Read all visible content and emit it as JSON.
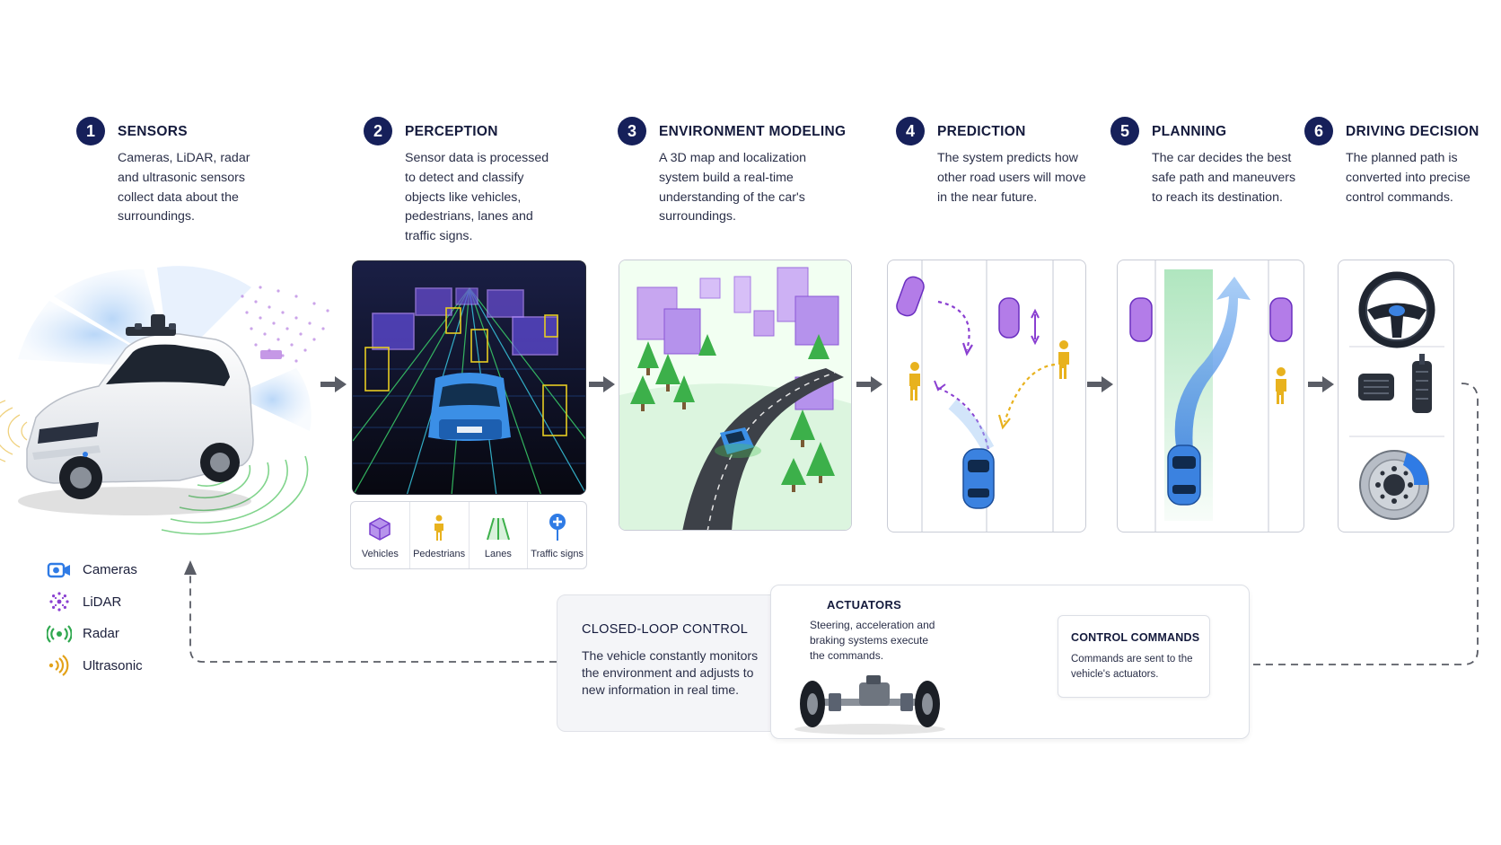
{
  "steps": [
    {
      "num": "1",
      "title": "SENSORS",
      "desc": "Cameras, LiDAR, radar and ultrasonic sensors collect data about the surroundings."
    },
    {
      "num": "2",
      "title": "PERCEPTION",
      "desc": "Sensor data is processed to detect and classify objects like vehicles, pedestrians, lanes and traffic signs."
    },
    {
      "num": "3",
      "title": "ENVIRONMENT MODELING",
      "desc": "A 3D map and localization system build a real-time understanding of the car's surroundings."
    },
    {
      "num": "4",
      "title": "PREDICTION",
      "desc": "The system predicts how other road users will move in the near future."
    },
    {
      "num": "5",
      "title": "PLANNING",
      "desc": "The car decides the best safe path and maneuvers to reach its destination."
    },
    {
      "num": "6",
      "title": "DRIVING DECISION",
      "desc": "The planned path is converted into precise control commands."
    }
  ],
  "perception_legend": [
    "Vehicles",
    "Pedestrians",
    "Lanes",
    "Traffic signs"
  ],
  "sensor_legend": [
    {
      "label": "Cameras",
      "icon": "camera-icon",
      "color": "#2f7be5"
    },
    {
      "label": "LiDAR",
      "icon": "lidar-icon",
      "color": "#8a3fd1"
    },
    {
      "label": "Radar",
      "icon": "radar-icon",
      "color": "#2fa84f"
    },
    {
      "label": "Ultrasonic",
      "icon": "ultrasonic-icon",
      "color": "#e3a21a"
    }
  ],
  "loop": {
    "title": "CLOSED-LOOP CONTROL",
    "desc": "The vehicle constantly monitors the environment and adjusts to new information in real time."
  },
  "actuators": {
    "title": "ACTUATORS",
    "desc": "Steering, acceleration and braking systems execute the commands."
  },
  "commands": {
    "title": "CONTROL COMMANDS",
    "desc": "Commands are sent to the vehicle's actuators."
  },
  "colors": {
    "navy": "#16205a",
    "vehicle_blue": "#3b82e0",
    "purple": "#8a3fd1",
    "pedestrian": "#e8b21e",
    "green": "#3cb04a",
    "arrow_gray": "#5a5d66",
    "dash_blue": "#2f7be5"
  }
}
